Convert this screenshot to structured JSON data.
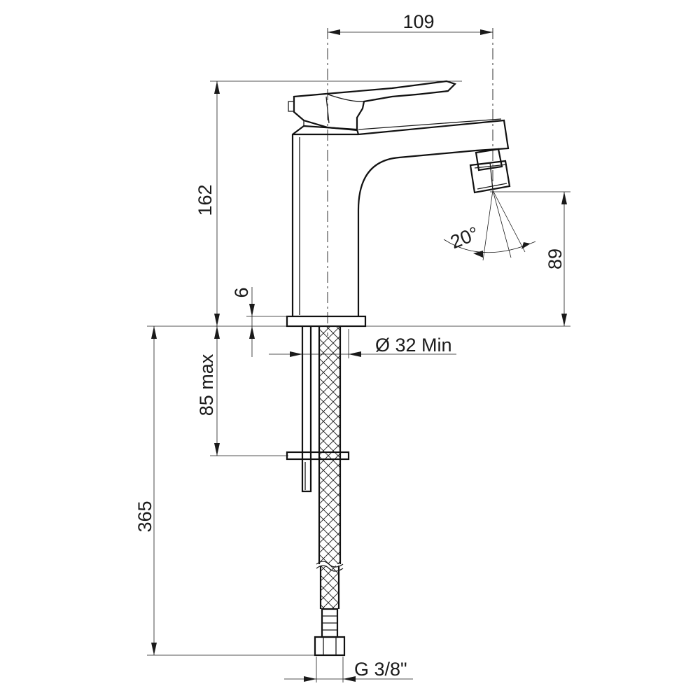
{
  "dimensions": {
    "projection": "109",
    "total_height": "162",
    "spout_height": "89",
    "base_thickness": "6",
    "max_deck_thickness": "85 max",
    "hose_length": "365",
    "hole_diameter": "Ø 32 Min",
    "connection": "G 3/8\"",
    "spray_angle": "20°"
  }
}
